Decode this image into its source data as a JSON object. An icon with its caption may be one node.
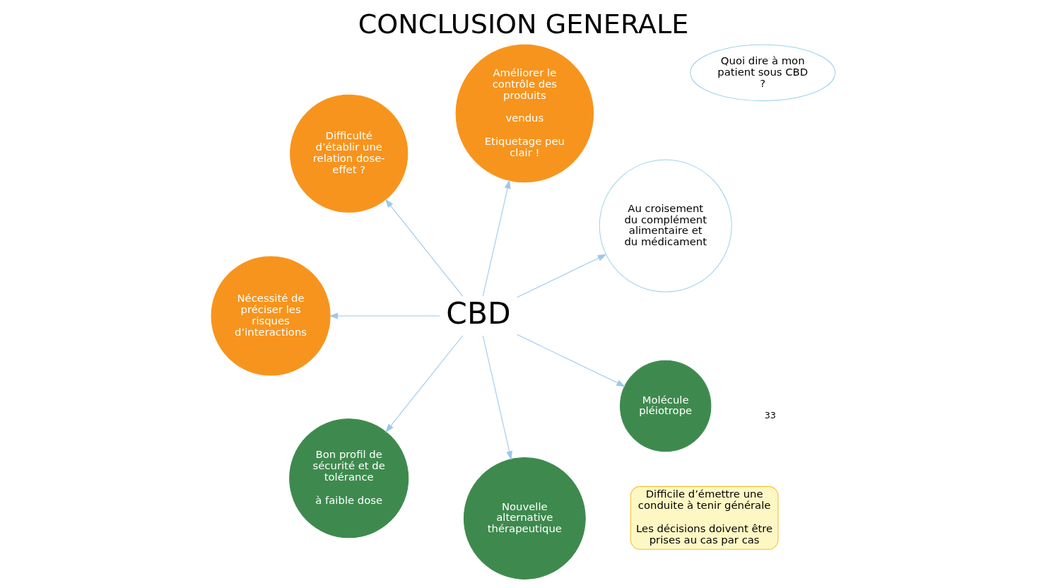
{
  "diagram": {
    "title": "CONCLUSION GENERALE",
    "nodes": [
      {
        "text": [
          "CBD"
        ]
      },
      {
        "text": [
          "Au croisement du complément alimentaire et du médicament"
        ]
      },
      {
        "text": [
          "Améliorer le contrôle des produits",
          "vendus",
          "Etiquetage peu clair !"
        ]
      },
      {
        "text": [
          "Difficulté d’établir une relation dose-effet ?"
        ]
      },
      {
        "text": [
          "Nécessité de préciser les risques d’interactions"
        ]
      },
      {
        "text": [
          "Bon profil de sécurité et de tolérance",
          "à faible dose"
        ]
      },
      {
        "text": [
          "Nouvelle alternative thérapeutique"
        ]
      },
      {
        "text": [
          "Molécule pléiotrope"
        ]
      },
      {
        "text": [
          "Quoi dire à mon patient sous CBD ?"
        ]
      },
      {
        "text": [
          "Difficile d’émettre une conduite à tenir générale",
          "Les décisions doivent être prises au cas par cas"
        ]
      }
    ],
    "edges": [
      {
        "from": 0,
        "to": 1,
        "arrow": "to"
      },
      {
        "from": 0,
        "to": 2,
        "arrow": "to"
      },
      {
        "from": 0,
        "to": 3,
        "arrow": "to"
      },
      {
        "from": 0,
        "to": 4,
        "arrow": "to"
      },
      {
        "from": 0,
        "to": 5,
        "arrow": "to"
      },
      {
        "from": 0,
        "to": 6,
        "arrow": "to"
      },
      {
        "from": 0,
        "to": 7,
        "arrow": "to"
      }
    ],
    "labels": [
      "33"
    ]
  }
}
